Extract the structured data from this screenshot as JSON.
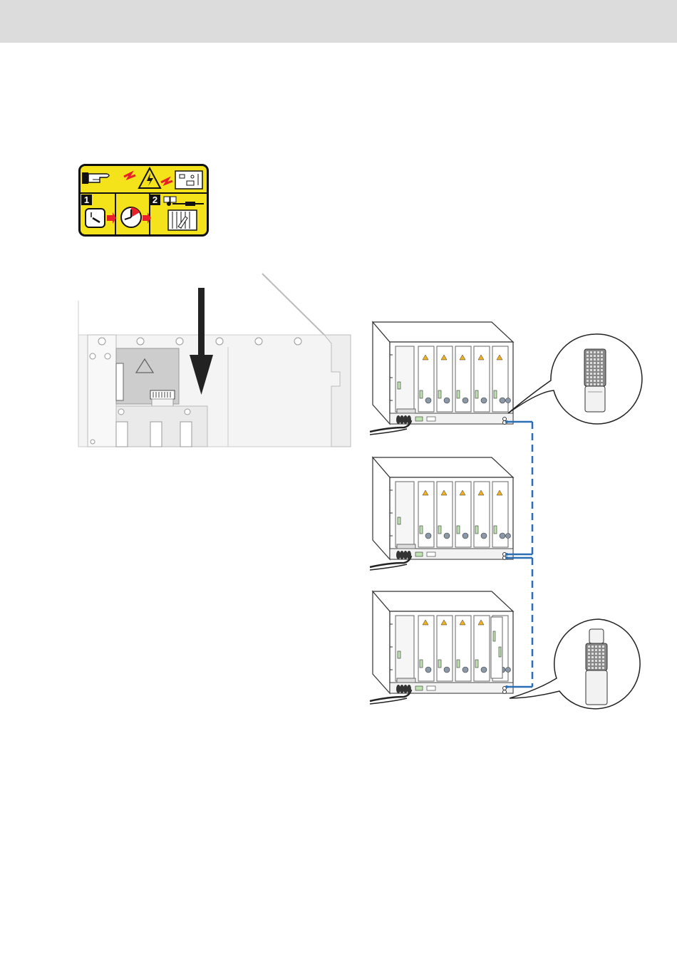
{
  "header": {
    "background": "#dcdcdc"
  },
  "warning_label": {
    "background_color": "#f4e21a",
    "accent_color": "#e8202a",
    "steps": [
      {
        "number": "1",
        "icons": [
          "power-switch-icon",
          "clock-icon"
        ]
      },
      {
        "number": "2",
        "icons": [
          "connector-icon",
          "module-insert-icon"
        ]
      }
    ],
    "top_icons": [
      "hand-icon",
      "lightning-icon",
      "high-voltage-icon",
      "circuit-board-icon"
    ]
  },
  "closeup": {
    "icons": [
      "insert-arrow-icon",
      "jumper-plug-icon",
      "warning-triangle-icon"
    ]
  },
  "rack_system": {
    "cable_color": "#2a6fb5",
    "racks": [
      {
        "position": "top"
      },
      {
        "position": "middle"
      },
      {
        "position": "bottom"
      }
    ],
    "callouts": [
      {
        "target": "top",
        "icon": "connector-socket-icon"
      },
      {
        "target": "bottom",
        "icon": "connector-plug-icon"
      }
    ]
  }
}
